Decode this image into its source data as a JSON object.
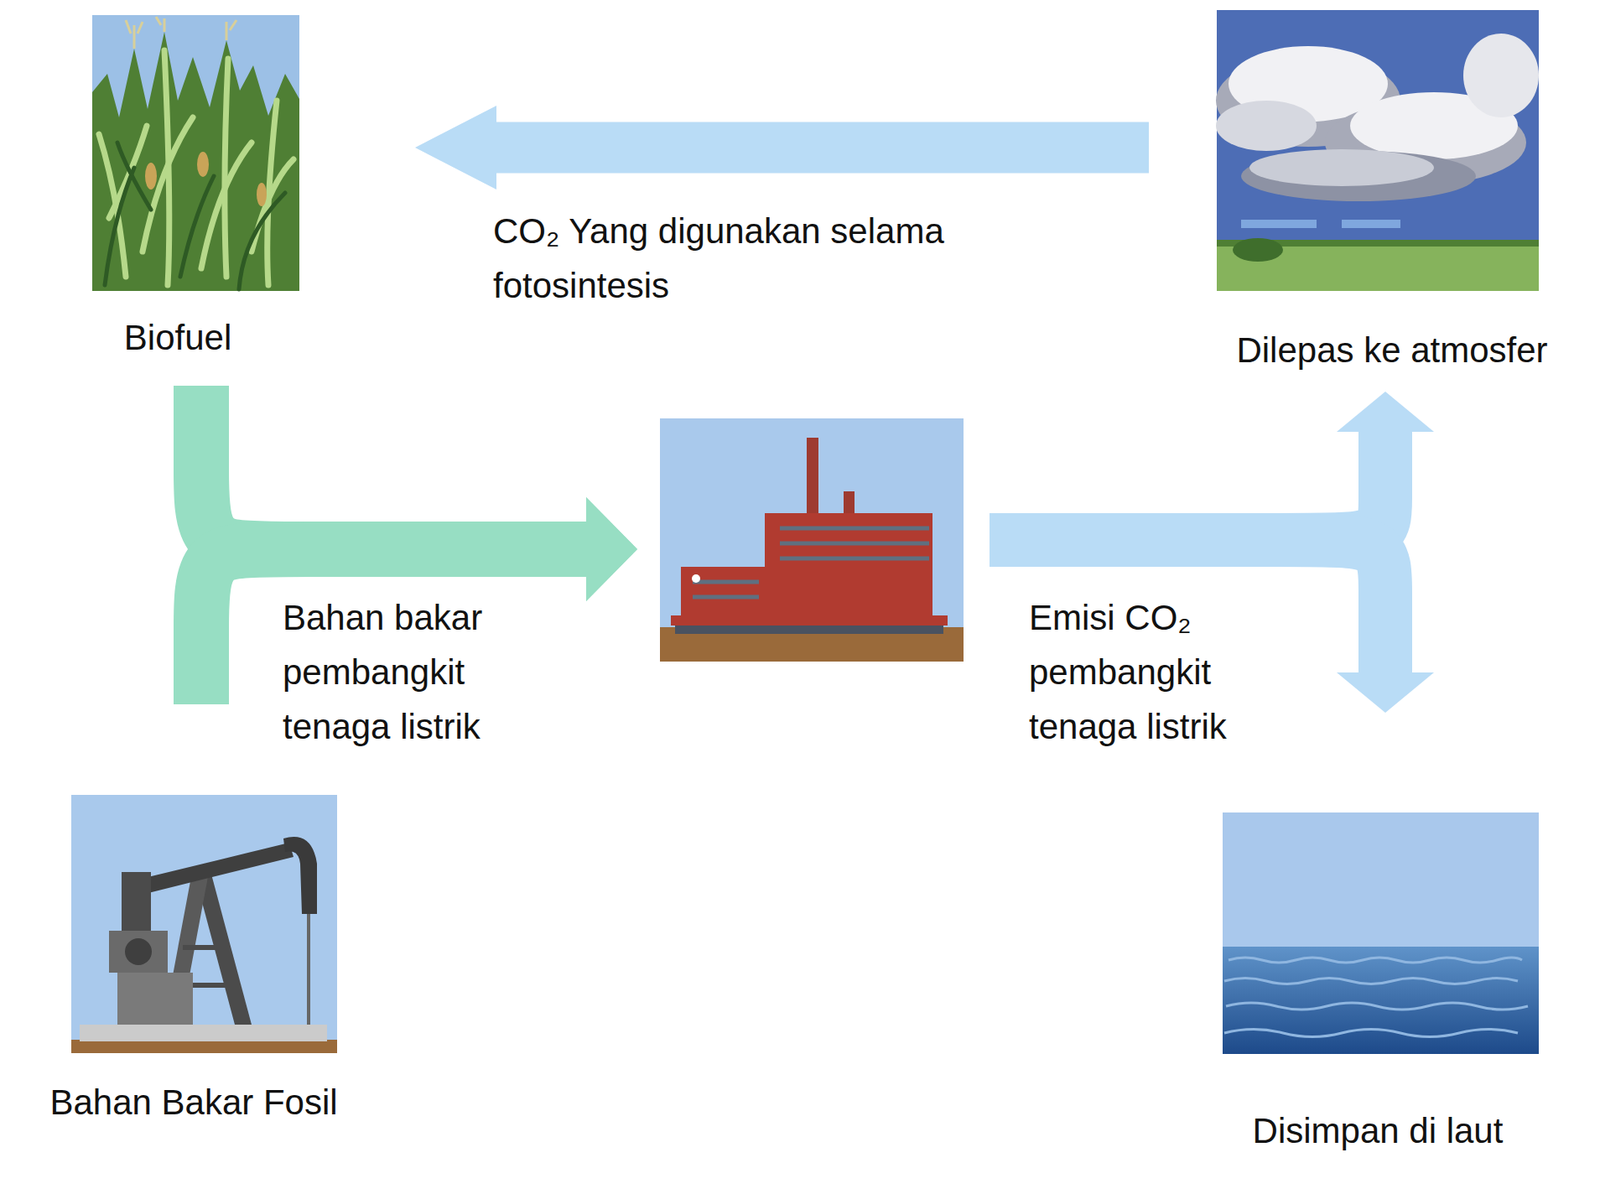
{
  "diagram": {
    "nodes": [
      {
        "text": [
          "Biofuel"
        ]
      },
      {
        "text": [
          "Dilepas ke atmosfer"
        ]
      },
      {
        "text": []
      },
      {
        "text": [
          "Bahan Bakar Fosil"
        ]
      },
      {
        "text": [
          "Disimpan di laut"
        ]
      }
    ],
    "edges": [
      {
        "from": 1,
        "to": 0,
        "arrow": "to",
        "label": "CO₂ Yang digunakan selama fotosintesis"
      },
      {
        "from": 0,
        "to": 2,
        "arrow": "to",
        "label": "Bahan bakar pembangkit tenaga listrik"
      },
      {
        "from": 3,
        "to": 2,
        "arrow": "to"
      },
      {
        "from": 2,
        "to": 1,
        "arrow": "to",
        "label": "Emisi CO₂ pembangkit tenaga listrik"
      },
      {
        "from": 2,
        "to": 4,
        "arrow": "to"
      }
    ]
  }
}
